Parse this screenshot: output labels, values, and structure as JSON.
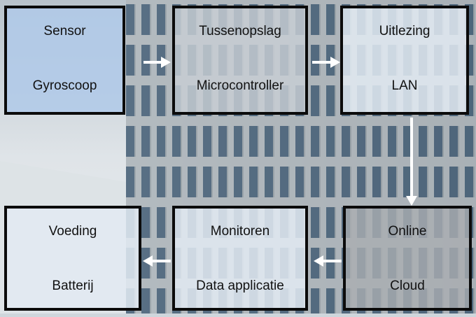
{
  "diagram": {
    "boxes": [
      {
        "title": "Sensor",
        "subtitle": "Gyroscoop"
      },
      {
        "title": "Tussenopslag",
        "subtitle": "Microcontroller"
      },
      {
        "title": "Uitlezing",
        "subtitle": "LAN"
      },
      {
        "title": "Online",
        "subtitle": "Cloud"
      },
      {
        "title": "Monitoren",
        "subtitle": "Data applicatie"
      },
      {
        "title": "Voeding",
        "subtitle": "Batterij"
      }
    ],
    "colors": {
      "border": "#0b0b0b",
      "arrow": "#ffffff",
      "sky": "#cfd6dc",
      "building": "#8f979c"
    }
  }
}
